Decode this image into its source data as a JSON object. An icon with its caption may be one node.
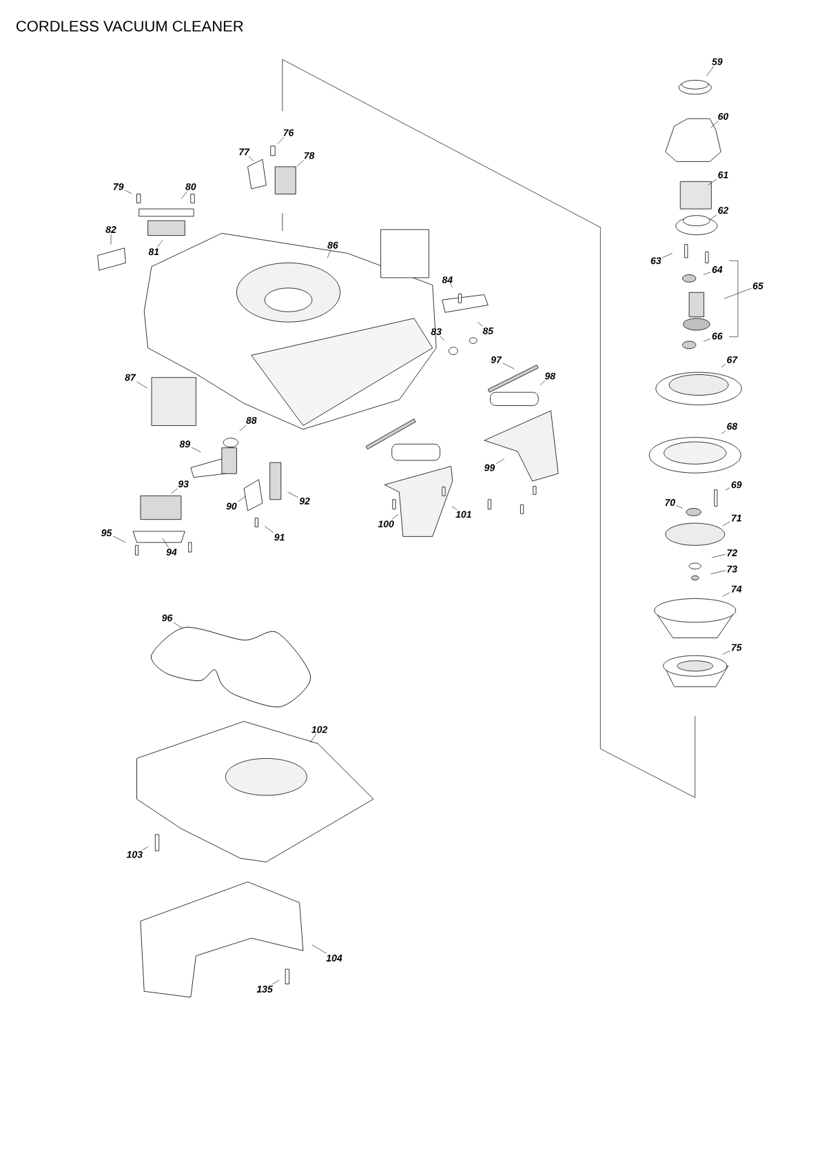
{
  "diagram": {
    "title": "CORDLESS VACUUM CLEANER",
    "nodes": [
      {
        "text": [
          "59"
        ]
      },
      {
        "text": [
          "60"
        ]
      },
      {
        "text": [
          "61"
        ]
      },
      {
        "text": [
          "62"
        ]
      },
      {
        "text": [
          "63"
        ]
      },
      {
        "text": [
          "64"
        ]
      },
      {
        "text": [
          "65"
        ]
      },
      {
        "text": [
          "66"
        ]
      },
      {
        "text": [
          "67"
        ]
      },
      {
        "text": [
          "68"
        ]
      },
      {
        "text": [
          "69"
        ]
      },
      {
        "text": [
          "70"
        ]
      },
      {
        "text": [
          "71"
        ]
      },
      {
        "text": [
          "72"
        ]
      },
      {
        "text": [
          "73"
        ]
      },
      {
        "text": [
          "74"
        ]
      },
      {
        "text": [
          "75"
        ]
      },
      {
        "text": [
          "76"
        ]
      },
      {
        "text": [
          "77"
        ]
      },
      {
        "text": [
          "78"
        ]
      },
      {
        "text": [
          "79"
        ]
      },
      {
        "text": [
          "80"
        ]
      },
      {
        "text": [
          "81"
        ]
      },
      {
        "text": [
          "82"
        ]
      },
      {
        "text": [
          "83"
        ]
      },
      {
        "text": [
          "84"
        ]
      },
      {
        "text": [
          "85"
        ]
      },
      {
        "text": [
          "86"
        ]
      },
      {
        "text": [
          "87"
        ]
      },
      {
        "text": [
          "88"
        ]
      },
      {
        "text": [
          "89"
        ]
      },
      {
        "text": [
          "90"
        ]
      },
      {
        "text": [
          "91"
        ]
      },
      {
        "text": [
          "92"
        ]
      },
      {
        "text": [
          "93"
        ]
      },
      {
        "text": [
          "94"
        ]
      },
      {
        "text": [
          "95"
        ]
      },
      {
        "text": [
          "96"
        ]
      },
      {
        "text": [
          "97"
        ]
      },
      {
        "text": [
          "98"
        ]
      },
      {
        "text": [
          "99"
        ]
      },
      {
        "text": [
          "100"
        ]
      },
      {
        "text": [
          "101"
        ]
      },
      {
        "text": [
          "102"
        ]
      },
      {
        "text": [
          "103"
        ]
      },
      {
        "text": [
          "104"
        ]
      },
      {
        "text": [
          "135"
        ]
      }
    ],
    "edges": [
      {
        "from": 0,
        "to": null,
        "arrow": "none"
      },
      {
        "from": 1,
        "to": null,
        "arrow": "none"
      },
      {
        "from": 2,
        "to": null,
        "arrow": "none"
      },
      {
        "from": 3,
        "to": null,
        "arrow": "none"
      },
      {
        "from": 4,
        "to": null,
        "arrow": "none"
      },
      {
        "from": 5,
        "to": null,
        "arrow": "none"
      },
      {
        "from": 6,
        "to": null,
        "arrow": "none"
      },
      {
        "from": 7,
        "to": null,
        "arrow": "none"
      },
      {
        "from": 8,
        "to": null,
        "arrow": "none"
      },
      {
        "from": 9,
        "to": null,
        "arrow": "none"
      },
      {
        "from": 10,
        "to": null,
        "arrow": "none"
      },
      {
        "from": 11,
        "to": null,
        "arrow": "none"
      },
      {
        "from": 12,
        "to": null,
        "arrow": "none"
      },
      {
        "from": 13,
        "to": null,
        "arrow": "none"
      },
      {
        "from": 14,
        "to": null,
        "arrow": "none"
      },
      {
        "from": 15,
        "to": null,
        "arrow": "none"
      },
      {
        "from": 16,
        "to": null,
        "arrow": "none"
      },
      {
        "from": 17,
        "to": null,
        "arrow": "none"
      },
      {
        "from": 18,
        "to": null,
        "arrow": "none"
      },
      {
        "from": 19,
        "to": null,
        "arrow": "none"
      },
      {
        "from": 20,
        "to": null,
        "arrow": "none"
      },
      {
        "from": 21,
        "to": null,
        "arrow": "none"
      },
      {
        "from": 22,
        "to": null,
        "arrow": "none"
      },
      {
        "from": 23,
        "to": null,
        "arrow": "none"
      },
      {
        "from": 24,
        "to": null,
        "arrow": "none"
      },
      {
        "from": 25,
        "to": null,
        "arrow": "none"
      },
      {
        "from": 26,
        "to": null,
        "arrow": "none"
      },
      {
        "from": 27,
        "to": null,
        "arrow": "none"
      },
      {
        "from": 28,
        "to": null,
        "arrow": "none"
      },
      {
        "from": 29,
        "to": null,
        "arrow": "none"
      },
      {
        "from": 30,
        "to": null,
        "arrow": "none"
      },
      {
        "from": 31,
        "to": null,
        "arrow": "none"
      },
      {
        "from": 32,
        "to": null,
        "arrow": "none"
      },
      {
        "from": 33,
        "to": null,
        "arrow": "none"
      },
      {
        "from": 34,
        "to": null,
        "arrow": "none"
      },
      {
        "from": 35,
        "to": null,
        "arrow": "none"
      },
      {
        "from": 36,
        "to": null,
        "arrow": "none"
      },
      {
        "from": 37,
        "to": null,
        "arrow": "none"
      },
      {
        "from": 38,
        "to": null,
        "arrow": "none"
      },
      {
        "from": 39,
        "to": null,
        "arrow": "none"
      },
      {
        "from": 40,
        "to": null,
        "arrow": "none"
      },
      {
        "from": 41,
        "to": null,
        "arrow": "none"
      },
      {
        "from": 42,
        "to": null,
        "arrow": "none"
      },
      {
        "from": 43,
        "to": null,
        "arrow": "none"
      },
      {
        "from": 44,
        "to": null,
        "arrow": "none"
      },
      {
        "from": 45,
        "to": null,
        "arrow": "none"
      },
      {
        "from": 46,
        "to": null,
        "arrow": "none"
      }
    ]
  }
}
